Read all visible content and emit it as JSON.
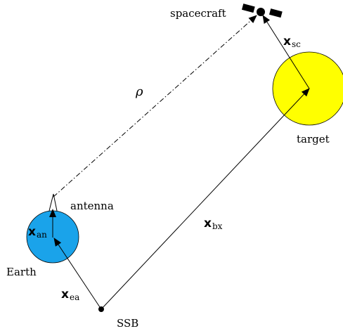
{
  "labels": {
    "spacecraft": "spacecraft",
    "target": "target",
    "earth": "Earth",
    "antenna": "antenna",
    "ssb": "SSB",
    "rho": "ρ"
  },
  "vectors": {
    "x_sc": {
      "main": "x",
      "sub": "sc"
    },
    "x_bx": {
      "main": "x",
      "sub": "bx"
    },
    "x_ea": {
      "main": "x",
      "sub": "ea"
    },
    "x_an": {
      "main": "x",
      "sub": "an"
    }
  },
  "colors": {
    "earth_fill": "#1AA3EA",
    "target_fill": "#FFFF00",
    "stroke": "#000000"
  }
}
